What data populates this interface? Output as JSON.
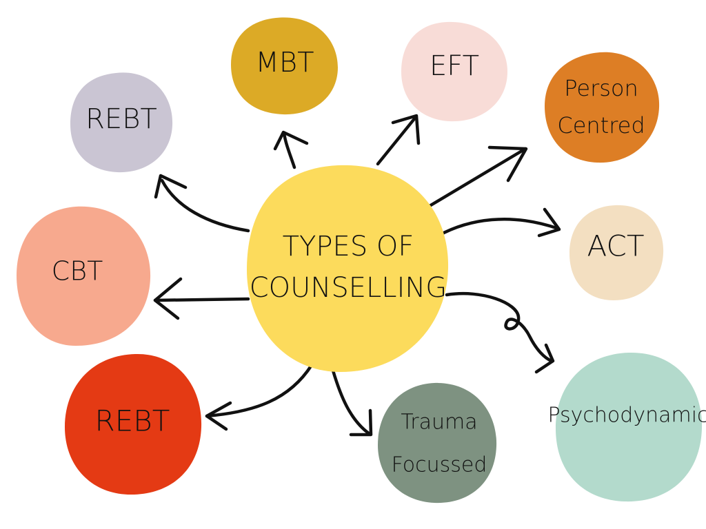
{
  "center": {
    "line1": "TYPES OF",
    "line2": "COUNSELLING",
    "color": "#FCDB5C"
  },
  "nodes": {
    "rebt_top": {
      "line1": "REBT",
      "color": "#CAC5D3"
    },
    "mbt": {
      "line1": "MBT",
      "color": "#DCAA26"
    },
    "eft": {
      "line1": "EFT",
      "color": "#F8DCD7"
    },
    "person_centred": {
      "line1": "Person",
      "line2": "Centred",
      "color": "#DD7E25"
    },
    "cbt": {
      "line1": "CBT",
      "color": "#F7A98E"
    },
    "act": {
      "line1": "ACT",
      "color": "#F3DFC1"
    },
    "rebt_bottom": {
      "line1": "REBT",
      "color": "#E43A14"
    },
    "trauma_focussed": {
      "line1": "Trauma",
      "line2": "Focussed",
      "color": "#7E9281"
    },
    "psychodynamic": {
      "line1": "Psychodynamic",
      "color": "#B3DACC"
    }
  }
}
